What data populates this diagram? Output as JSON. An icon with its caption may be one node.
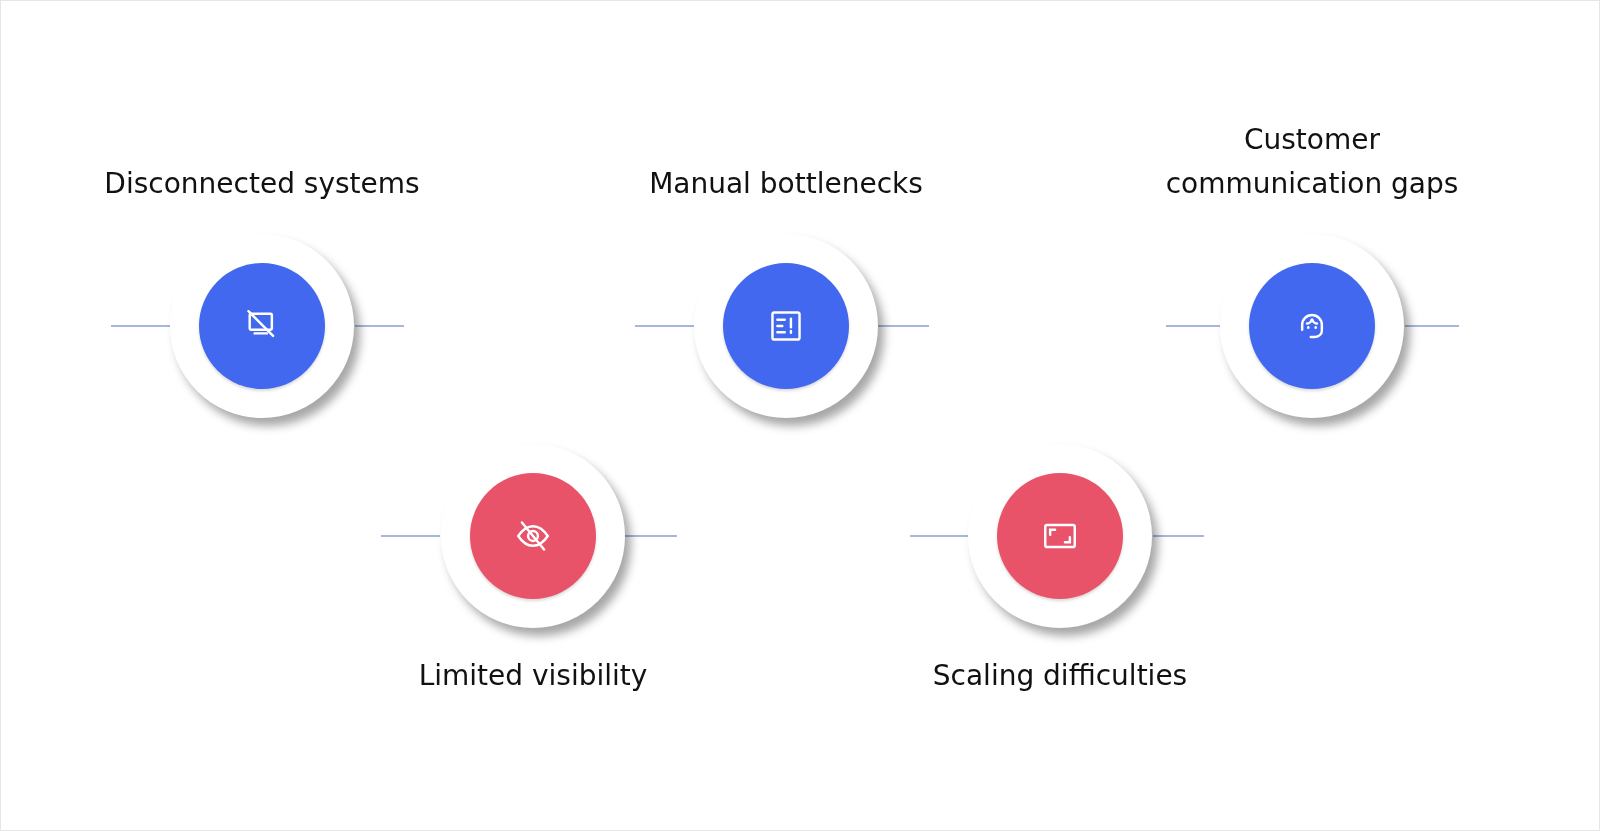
{
  "diagram": {
    "nodes": [
      {
        "text": [
          "Disconnected systems"
        ]
      },
      {
        "text": [
          "Manual bottlenecks"
        ]
      },
      {
        "text": [
          "Customer communication gaps"
        ]
      },
      {
        "text": [
          "Limited visibility"
        ]
      },
      {
        "text": [
          "Scaling difficulties"
        ]
      }
    ]
  }
}
